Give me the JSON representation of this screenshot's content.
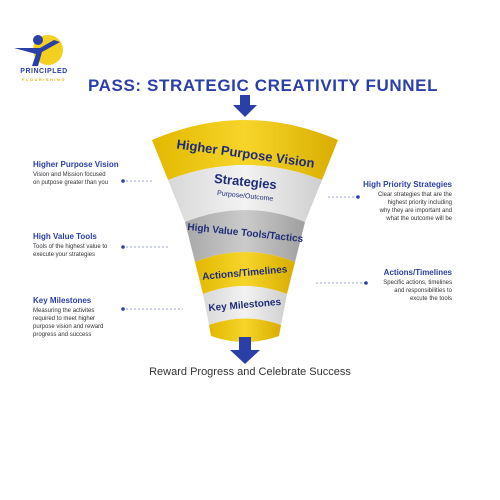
{
  "brand": {
    "name": "PRINCIPLED",
    "tagline": "FLOURISHING"
  },
  "title": "PASS: STRATEGIC CREATIVITY FUNNEL",
  "colors": {
    "accent": "#2a3fa8",
    "yellow": "#f3cf1f",
    "gold": "#d9b100",
    "gray": "#bdbdbd",
    "light": "#e6e6e6"
  },
  "funnel": {
    "tier1": "Higher Purpose Vision",
    "tier2_main": "Strategies",
    "tier2_sub": "Purpose/Outcome",
    "tier3": "High Value Tools/Tactics",
    "tier4": "Actions/Timelines",
    "tier5": "Key Milestones"
  },
  "left_notes": [
    {
      "title": "Higher Purpose Vision",
      "desc": [
        "Vision and Mission focused",
        "on putpose greater than you"
      ]
    },
    {
      "title": "High Value Tools",
      "desc": [
        "Tools of the highest value to",
        "execute your strategies"
      ]
    },
    {
      "title": "Key Milestones",
      "desc": [
        "Measuring the activites",
        "required to meet higher",
        "purpose vision and reward",
        "progress and success"
      ]
    }
  ],
  "right_notes": [
    {
      "title": "High Priority Strategies",
      "desc": [
        "Clear strategies that are the",
        "highest priority including",
        "why they are important and",
        "what the outcome will be"
      ]
    },
    {
      "title": "Actions/Timelines",
      "desc": [
        "Specific actions, timelines",
        "and responsibilities to",
        "excute the tools"
      ]
    }
  ],
  "footer": "Reward Progress and Celebrate Success"
}
